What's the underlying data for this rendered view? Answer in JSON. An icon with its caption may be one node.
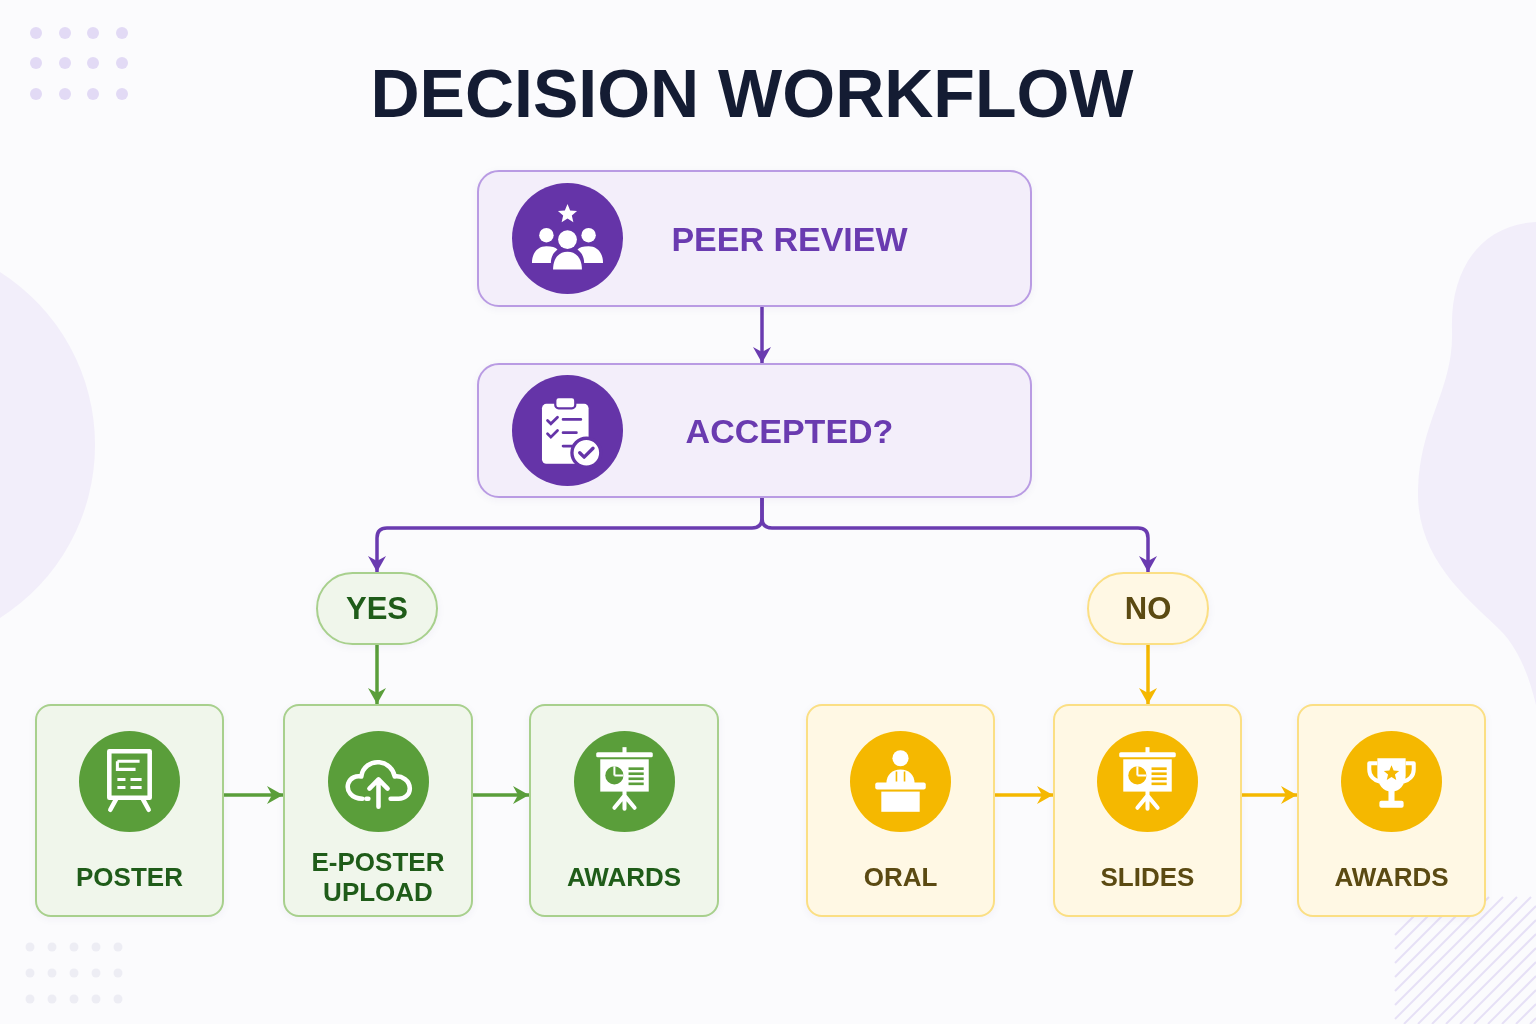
{
  "diagram": {
    "title": "DECISION WORKFLOW",
    "nodes": [
      {
        "text": [
          "PEER REVIEW"
        ]
      },
      {
        "text": [
          "ACCEPTED?"
        ]
      },
      {
        "text": [
          "YES"
        ]
      },
      {
        "text": [
          "NO"
        ]
      },
      {
        "text": [
          "POSTER"
        ]
      },
      {
        "text": [
          "E-POSTER UPLOAD"
        ]
      },
      {
        "text": [
          "AWARDS"
        ]
      },
      {
        "text": [
          "ORAL"
        ]
      },
      {
        "text": [
          "SLIDES"
        ]
      },
      {
        "text": [
          "AWARDS"
        ]
      }
    ],
    "edges": [
      {
        "from": 0,
        "to": 1,
        "arrow": "to",
        "color": "#6a3bb0"
      },
      {
        "from": 1,
        "to": 2,
        "arrow": "to",
        "color": "#6a3bb0"
      },
      {
        "from": 1,
        "to": 3,
        "arrow": "to",
        "color": "#6a3bb0"
      },
      {
        "from": 2,
        "to": 5,
        "arrow": "to",
        "color": "#5a9e3a"
      },
      {
        "from": 3,
        "to": 8,
        "arrow": "to",
        "color": "#f5b800"
      },
      {
        "from": 4,
        "to": 5,
        "arrow": "to",
        "color": "#5a9e3a"
      },
      {
        "from": 5,
        "to": 6,
        "arrow": "to",
        "color": "#5a9e3a"
      },
      {
        "from": 7,
        "to": 8,
        "arrow": "to",
        "color": "#f5b800"
      },
      {
        "from": 8,
        "to": 9,
        "arrow": "to",
        "color": "#f5b800"
      }
    ]
  }
}
